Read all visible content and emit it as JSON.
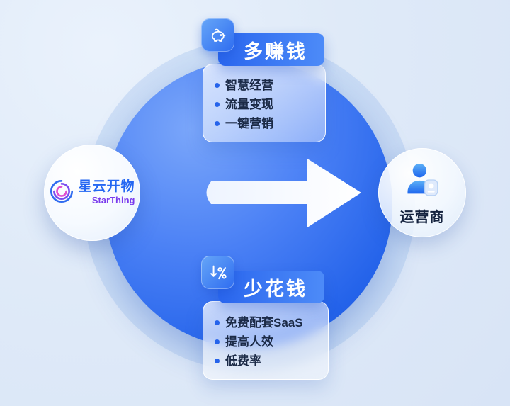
{
  "diagram": {
    "left_node": {
      "brand_cn": "星云开物",
      "brand_en": "StarThing"
    },
    "right_node": {
      "label": "运营商"
    },
    "cards": {
      "top": {
        "title": "多赚钱",
        "icon": "piggy-bank-icon",
        "items": [
          "智慧经营",
          "流量变现",
          "一键营销"
        ]
      },
      "bottom": {
        "title": "少花钱",
        "icon": "discount-down-icon",
        "items": [
          "免费配套SaaS",
          "提高人效",
          "低费率"
        ]
      }
    },
    "colors": {
      "background": "#dee9f8",
      "primary_blue": "#2e6bf0",
      "accent_blue": "#2563eb",
      "text_dark": "#1b2a46"
    }
  }
}
